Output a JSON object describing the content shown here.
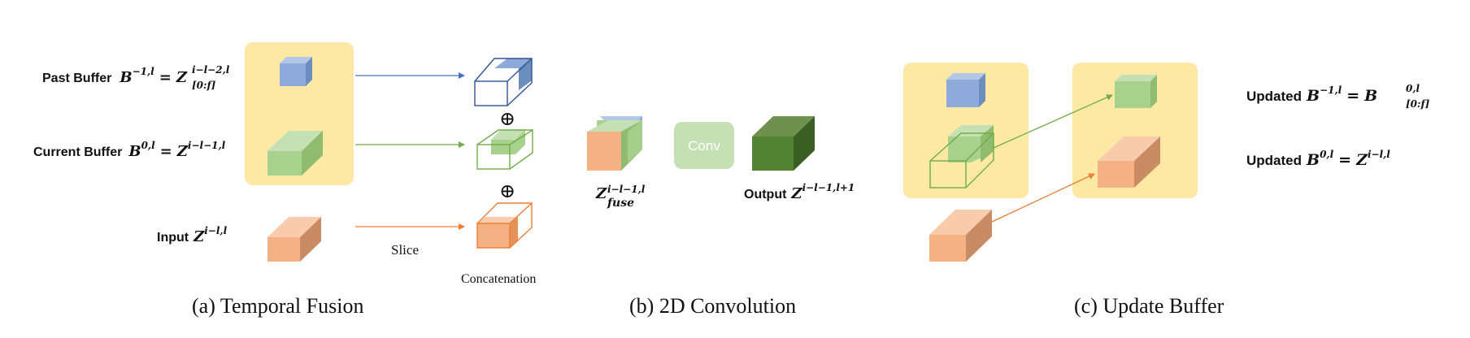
{
  "colors": {
    "panel": "#fde9a3",
    "blue": "#8eaadb",
    "green": "#a9d18e",
    "orange": "#f4b183",
    "dark_green": "#548235",
    "conv_box": "#c5e0b4",
    "blue_line": "#4472c4",
    "green_line": "#70ad47",
    "orange_line": "#ed7d31"
  },
  "panel_a": {
    "past_label": "Past Buffer",
    "past_B": "B",
    "past_B_sup": "−1,l",
    "past_eq": "=",
    "past_Z": "Z",
    "past_Z_sup": "i−l−2,l",
    "past_Z_sub": "[0:f]",
    "current_label": "Current Buffer",
    "current_B": "B",
    "current_B_sup": "0,l",
    "current_eq": "=",
    "current_Z": "Z",
    "current_Z_sup": "i−l−1,l",
    "input_label": "Input",
    "input_Z": "Z",
    "input_Z_sup": "i−l,l",
    "slice_label": "Slice",
    "concat_label": "Concatenation",
    "plus_symbol": "⊕",
    "caption": "(a) Temporal Fusion"
  },
  "panel_b": {
    "fuse_Z": "Z",
    "fuse_sup": "i−l−1,l",
    "fuse_sub": "fuse",
    "conv_label": "Conv",
    "output_label": "Output",
    "output_Z": "Z",
    "output_sup": "i−l−1,l+1",
    "caption": "(b) 2D Convolution"
  },
  "panel_c": {
    "updated_prefix_1": "Updated",
    "updated_B1": "B",
    "updated_B1_sup": "−1,l",
    "updated_eq_1": "=",
    "updated_rhs_B": "B",
    "updated_rhs_sup": "0,l",
    "updated_rhs_sub": "[0:f]",
    "updated_prefix_2": "Updated",
    "updated_B0": "B",
    "updated_B0_sup": "0,l",
    "updated_eq_2": "=",
    "updated_rhs_Z": "Z",
    "updated_rhs_Z_sup": "i−l,l",
    "caption": "(c) Update Buffer"
  }
}
